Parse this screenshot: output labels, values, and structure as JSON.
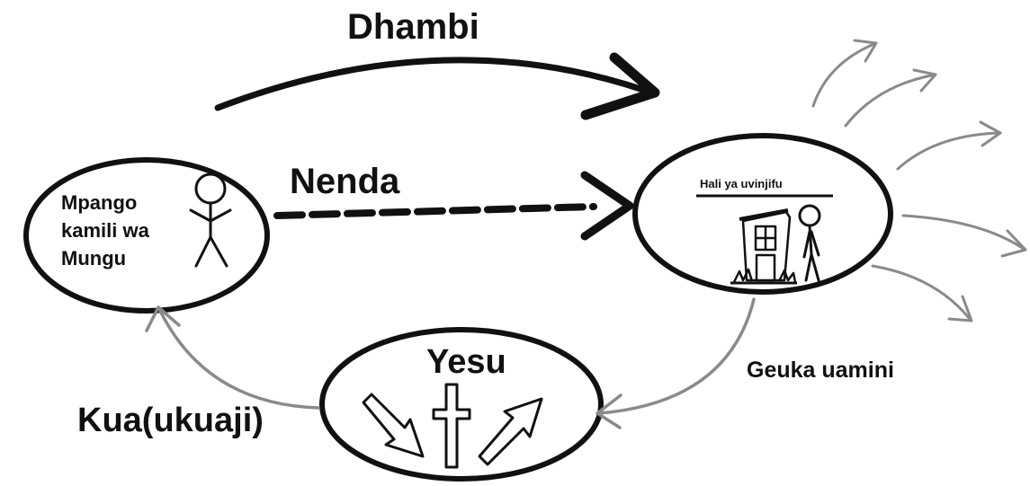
{
  "labels": {
    "top_arrow": "Dhambi",
    "dashed_arrow": "Nenda",
    "left_node_lines": [
      "Mpango",
      "kamili wa",
      "Mungu"
    ],
    "right_node": "Hali ya uvinjifu",
    "bottom_node": "Yesu",
    "right_curve": "Geuka uamini",
    "left_curve": "Kua(ukuaji)"
  },
  "colors": {
    "ink": "#111111",
    "light_arrow": "#8a8a8a",
    "background": "#ffffff"
  },
  "icons": [
    "stick-figure-icon",
    "broken-house-icon",
    "sad-figure-icon",
    "down-arrow-icon",
    "cross-icon",
    "up-arrow-icon"
  ]
}
